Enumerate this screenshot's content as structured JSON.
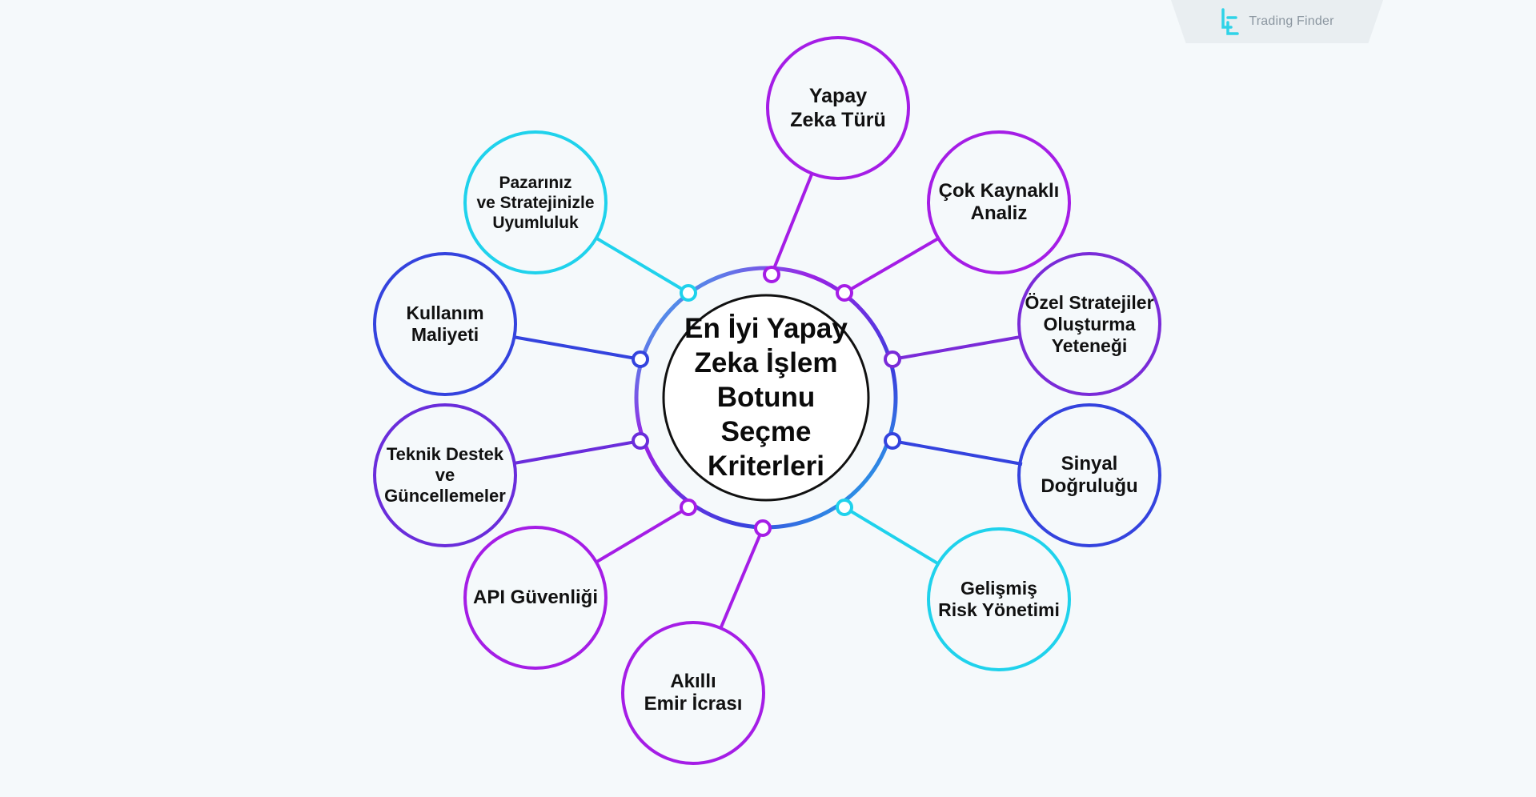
{
  "brand": {
    "name": "Trading Finder",
    "logo_icon": "trading-finder-logo-icon",
    "logo_color": "#2fd3e8"
  },
  "diagram": {
    "center_title": "En İyi Yapay\nZeka İşlem\nBotunu Seçme\nKriterleri",
    "nodes": [
      {
        "id": "yapay-zeka-turu",
        "label": "Yapay\nZeka Türü",
        "color": "#a51de6"
      },
      {
        "id": "cok-kaynakli-analiz",
        "label": "Çok Kaynaklı\nAnaliz",
        "color": "#a51de6"
      },
      {
        "id": "ozel-stratejiler",
        "label": "Özel Stratejiler\nOluşturma\nYeteneği",
        "color": "#7a2bd8"
      },
      {
        "id": "sinyal-dogrulugu",
        "label": "Sinyal\nDoğruluğu",
        "color": "#3443de"
      },
      {
        "id": "gelismis-risk-yonetimi",
        "label": "Gelişmiş\nRisk Yönetimi",
        "color": "#1fd2ec"
      },
      {
        "id": "akilli-emir-icrasi",
        "label": "Akıllı\nEmir İcrası",
        "color": "#a51de6"
      },
      {
        "id": "api-guvenligi",
        "label": "API Güvenliği",
        "color": "#a51de6"
      },
      {
        "id": "teknik-destek",
        "label": "Teknik Destek\nve\nGüncellemeler",
        "color": "#6a2ddb"
      },
      {
        "id": "kullanim-maliyeti",
        "label": "Kullanım\nMaliyeti",
        "color": "#3443de"
      },
      {
        "id": "pazariniz-uyumluluk",
        "label": "Pazarınız\nve Stratejinizle\nUyumluluk",
        "color": "#1fd2ec"
      }
    ]
  }
}
